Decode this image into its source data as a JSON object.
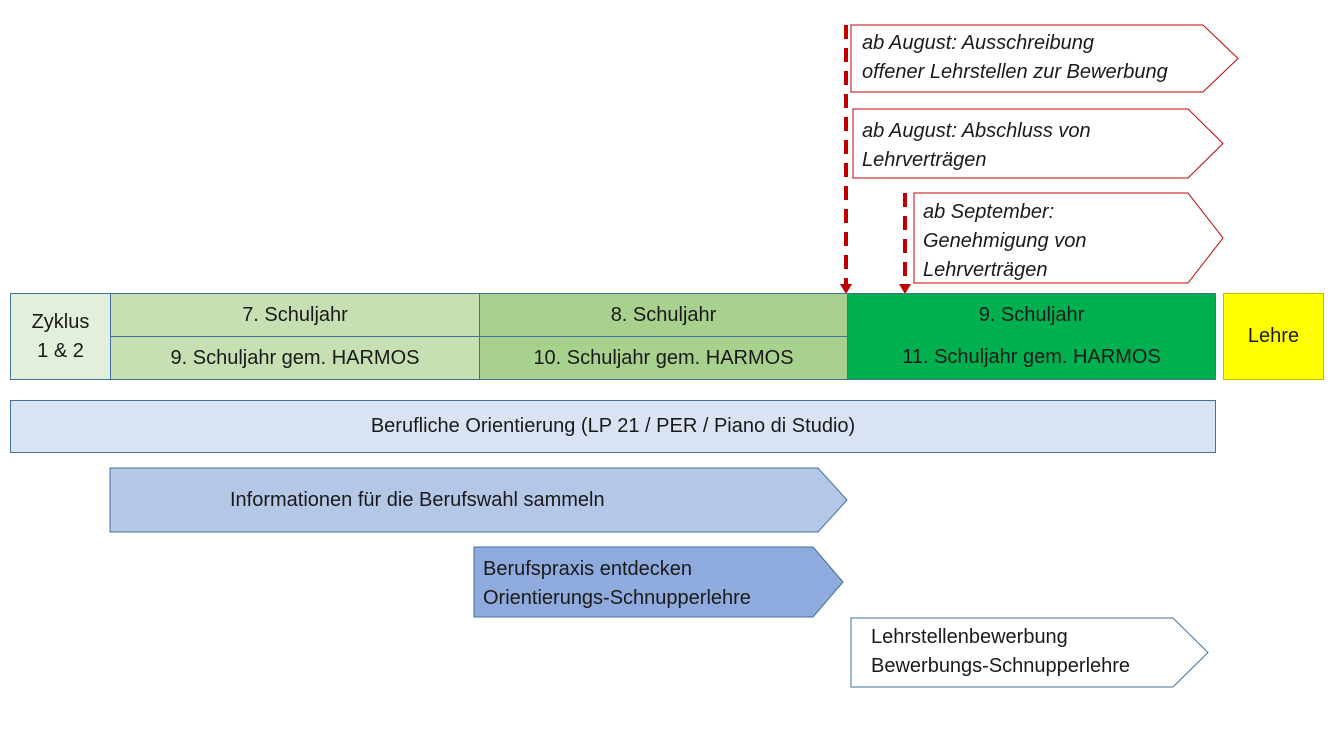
{
  "colors": {
    "cycle": "#e2efda",
    "year7": "#c6e0b4",
    "year8": "#a9d18e",
    "year9": "#00b050",
    "lehre": "#ffff00",
    "orientation": "#dae3f3",
    "info": "#b4c7e7",
    "praxis": "#8faadc",
    "callout_border": "#c00000",
    "border": "#41719c"
  },
  "timeline": {
    "cycle": {
      "line1": "Zyklus",
      "line2": "1 & 2"
    },
    "year7": {
      "top": "7. Schuljahr",
      "bottom": "9. Schuljahr gem. HARMOS"
    },
    "year8": {
      "top": "8. Schuljahr",
      "bottom": "10. Schuljahr gem. HARMOS"
    },
    "year9": {
      "top": "9. Schuljahr",
      "bottom": "11. Schuljahr gem. HARMOS"
    },
    "lehre": "Lehre"
  },
  "orientation": "Berufliche Orientierung (LP 21 / PER / Piano di Studio)",
  "arrows": {
    "info": "Informationen für die Berufswahl sammeln",
    "praxis": {
      "line1": "Berufspraxis entdecken",
      "line2": "Orientierungs-Schnupperlehre"
    },
    "bewerbung": {
      "line1": "Lehrstellenbewerbung",
      "line2": "Bewerbungs-Schnupperlehre"
    }
  },
  "callouts": {
    "ausschreibung": {
      "line1": "ab August: Ausschreibung",
      "line2": "offener Lehrstellen zur Bewerbung"
    },
    "abschluss": {
      "line1": "ab August: Abschluss von",
      "line2": "Lehrverträgen"
    },
    "genehmigung": {
      "line1": "ab September:",
      "line2": "Genehmigung von",
      "line3": "Lehrverträgen"
    }
  }
}
